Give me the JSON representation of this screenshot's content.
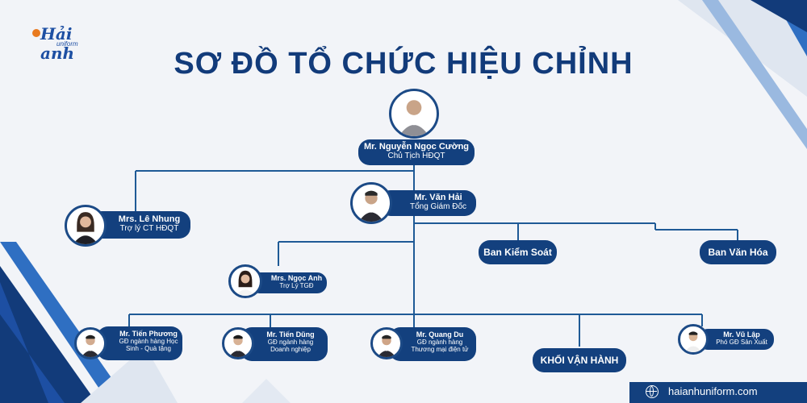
{
  "brand": {
    "logo_text": "Hải anh",
    "logo_sub": "uniform",
    "website": "haianhuniform.com"
  },
  "title": "SƠ ĐỒ TỔ CHỨC HIỆU CHỈNH",
  "people": {
    "chairman": {
      "name": "Mr. Nguyễn Ngọc Cường",
      "role": "Chủ Tịch HĐQT"
    },
    "ceo": {
      "name": "Mr. Văn Hải",
      "role": "Tổng Giám Đốc"
    },
    "assistant_chair": {
      "name": "Mrs.  Lê Nhung",
      "role": "Trợ lý CT HĐQT"
    },
    "assistant_ceo": {
      "name": "Mrs. Ngọc Anh",
      "role": "Trợ Lý TGĐ"
    },
    "tien_phuong": {
      "name": "Mr. Tiến Phương",
      "role1": "GĐ  ngành hàng Học",
      "role2": "Sinh - Quà tặng"
    },
    "tien_dung": {
      "name": "Mr. Tiến Dũng",
      "role1": "GĐ ngành hàng",
      "role2": "Doanh nghiệp"
    },
    "quang_du": {
      "name": "Mr. Quang Du",
      "role1": "GĐ ngành hàng",
      "role2": "Thương mại điện tử"
    },
    "vu_lap": {
      "name": "Mr. Vũ Lập",
      "role": "Phó GĐ Sản Xuất"
    }
  },
  "departments": {
    "control": "Ban Kiểm Soát",
    "culture": "Ban Văn Hóa",
    "operations": "KHỐI VẬN HÀNH"
  },
  "colors": {
    "primary": "#13407e",
    "title": "#123b7a",
    "line": "#1f5a96",
    "background": "#f2f4f8"
  }
}
